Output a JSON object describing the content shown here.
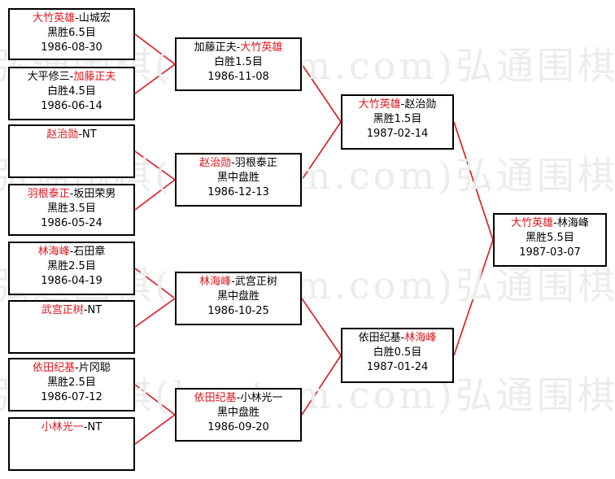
{
  "watermark": "弘通围棋(hoetom.com)弘通围棋(hoetom.com)",
  "colors": {
    "winner": "#e0161b",
    "line": "#e0161b",
    "border": "#000000"
  },
  "matches": [
    {
      "id": "r1m1",
      "top": "大竹英雄",
      "sep": "-",
      "bottom": "山城宏",
      "winner": "top",
      "result": "黑胜6.5目",
      "date": "1986-08-30"
    },
    {
      "id": "r1m2",
      "top": "大平修三",
      "sep": "-",
      "bottom": "加藤正夫",
      "winner": "bottom",
      "result": "白胜4.5目",
      "date": "1986-06-14"
    },
    {
      "id": "r1m3",
      "top": "赵治勋",
      "sep": "-",
      "bottom": "NT",
      "winner": "top",
      "result": "",
      "date": ""
    },
    {
      "id": "r1m4",
      "top": "羽根泰正",
      "sep": "-",
      "bottom": "坂田荣男",
      "winner": "top",
      "result": "黑胜3.5目",
      "date": "1986-05-24"
    },
    {
      "id": "r1m5",
      "top": "林海峰",
      "sep": "-",
      "bottom": "石田章",
      "winner": "top",
      "result": "黑胜2.5目",
      "date": "1986-04-19"
    },
    {
      "id": "r1m6",
      "top": "武宫正树",
      "sep": "-",
      "bottom": "NT",
      "winner": "top",
      "result": "",
      "date": ""
    },
    {
      "id": "r1m7",
      "top": "依田纪基",
      "sep": "-",
      "bottom": "片冈聪",
      "winner": "top",
      "result": "黑胜2.5目",
      "date": "1986-07-12"
    },
    {
      "id": "r1m8",
      "top": "小林光一",
      "sep": "-",
      "bottom": "NT",
      "winner": "top",
      "result": "",
      "date": ""
    },
    {
      "id": "r2m1",
      "top": "加藤正夫",
      "sep": "-",
      "bottom": "大竹英雄",
      "winner": "bottom",
      "result": "白胜1.5目",
      "date": "1986-11-08"
    },
    {
      "id": "r2m2",
      "top": "赵治勋",
      "sep": "-",
      "bottom": "羽根泰正",
      "winner": "top",
      "result": "黑中盘胜",
      "date": "1986-12-13"
    },
    {
      "id": "r2m3",
      "top": "林海峰",
      "sep": "-",
      "bottom": "武宫正树",
      "winner": "top",
      "result": "黑中盘胜",
      "date": "1986-10-25"
    },
    {
      "id": "r2m4",
      "top": "依田纪基",
      "sep": "-",
      "bottom": "小林光一",
      "winner": "top",
      "result": "黑中盘胜",
      "date": "1986-09-20"
    },
    {
      "id": "r3m1",
      "top": "大竹英雄",
      "sep": "-",
      "bottom": "赵治勋",
      "winner": "top",
      "result": "黑胜1.5目",
      "date": "1987-02-14"
    },
    {
      "id": "r3m2",
      "top": "依田纪基",
      "sep": "-",
      "bottom": "林海峰",
      "winner": "bottom",
      "result": "白胜0.5目",
      "date": "1987-01-24"
    },
    {
      "id": "final",
      "top": "大竹英雄",
      "sep": "-",
      "bottom": "林海峰",
      "winner": "top",
      "result": "黑胜5.5目",
      "date": "1987-03-07"
    }
  ]
}
